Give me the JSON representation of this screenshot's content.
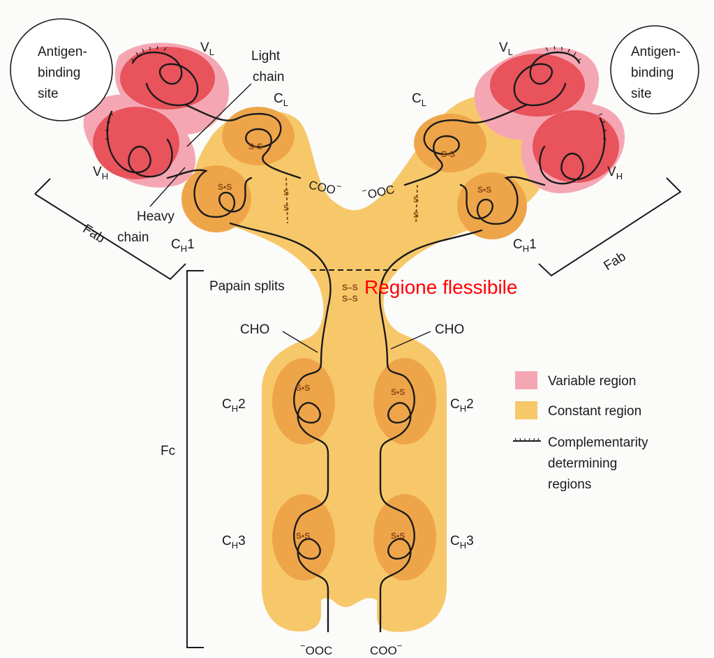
{
  "labels": {
    "antigen_binding_site": [
      "Antigen-",
      "binding",
      "site"
    ],
    "vl": "V",
    "vl_sub": "L",
    "vh": "V",
    "vh_sub": "H",
    "cl": "C",
    "cl_sub": "L",
    "ch": "C",
    "ch_sub": "H",
    "ch1_num": "1",
    "ch2_num": "2",
    "ch3_num": "3",
    "light_chain": [
      "Light",
      "chain"
    ],
    "heavy_chain": [
      "Heavy",
      "chain"
    ],
    "fab": "Fab",
    "fc": "Fc",
    "papain_splits": "Papain splits",
    "regione_flessibile": "Regione flessibile",
    "cho": "CHO",
    "coo": "COO",
    "ooc": "OOC",
    "minus": "−",
    "ss_s": "S",
    "ss_dot": "S•S",
    "ss_dash": "S–S"
  },
  "legend": {
    "variable": "Variable region",
    "constant": "Constant region",
    "cdr": [
      "Complementarity",
      "determining",
      "regions"
    ]
  },
  "colors": {
    "variable": "#f4a7b3",
    "variable_domain": "#e8535c",
    "constant": "#f7c86a",
    "constant_domain": "#eea54a",
    "annotation_red": "#ff0000"
  }
}
